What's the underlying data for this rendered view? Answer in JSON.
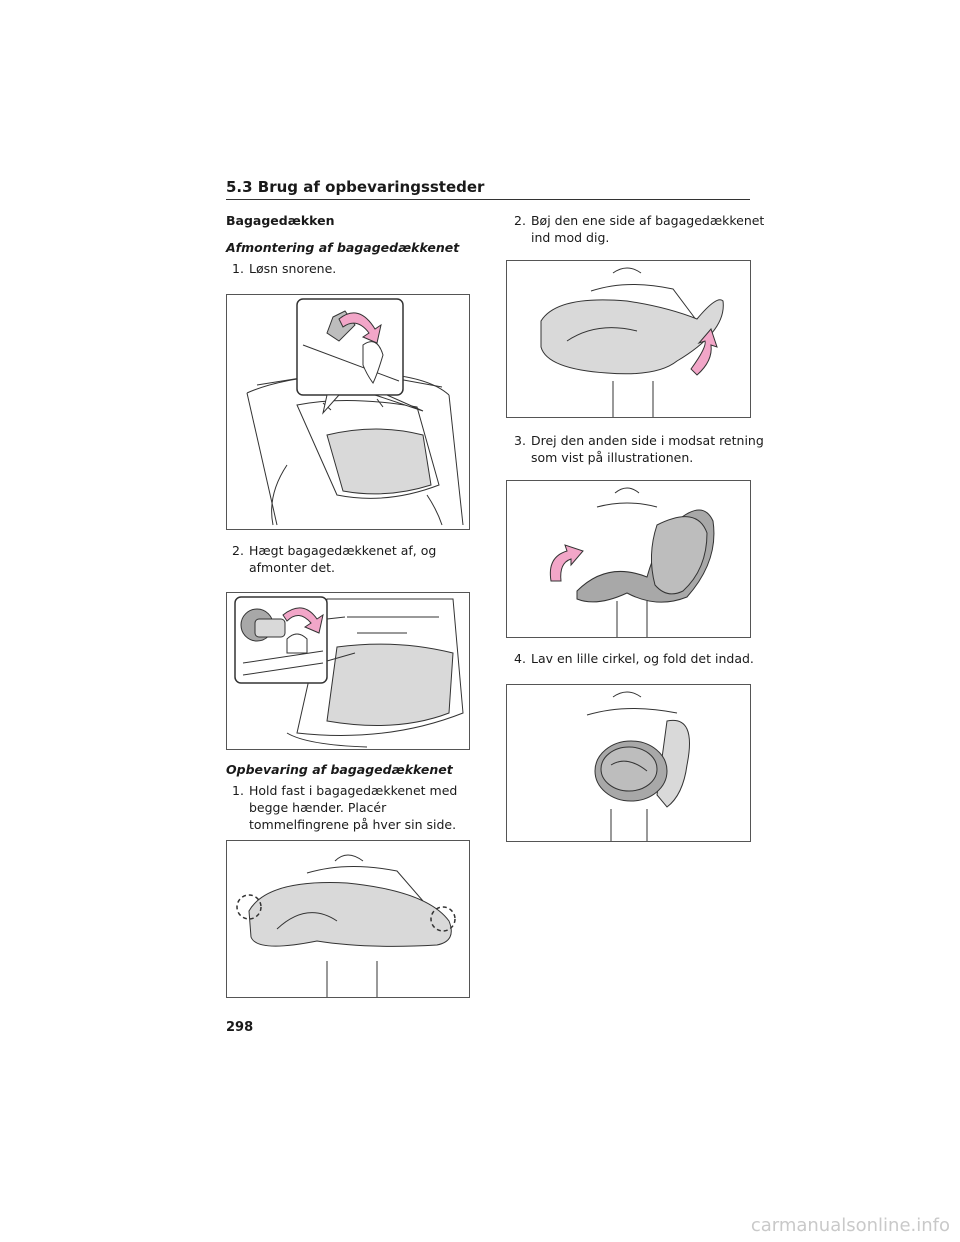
{
  "header": {
    "section": "5.3 Brug af opbevaringssteder"
  },
  "section_title": "Bagagedækken",
  "subsections": {
    "remove": "Afmontering af bagagedækkenet",
    "store": "Opbevaring af bagagedækkenet"
  },
  "steps_remove": [
    {
      "num": "1.",
      "line1": "Løsn snorene.",
      "line2": ""
    },
    {
      "num": "2.",
      "line1": "Hægt bagagedækkenet af, og",
      "line2": "afmonter det."
    }
  ],
  "steps_store": [
    {
      "num": "1.",
      "line1": "Hold fast i bagagedækkenet med",
      "line2": "begge hænder. Placér",
      "line3": "tommelfingrene på hver sin side."
    },
    {
      "num": "2.",
      "line1": "Bøj den ene side af bagagedækkenet",
      "line2": "ind mod dig."
    },
    {
      "num": "3.",
      "line1": "Drej den anden side i modsat retning",
      "line2": "som vist på illustrationen."
    },
    {
      "num": "4.",
      "line1": "Lav en lille cirkel, og fold det indad.",
      "line2": ""
    }
  ],
  "colors": {
    "arrow": "#f2a6c8",
    "cover": "#d9d9d9",
    "cover_dark": "#a8a8a8"
  },
  "page_number": "298",
  "watermark": "carmanualsonline.info"
}
